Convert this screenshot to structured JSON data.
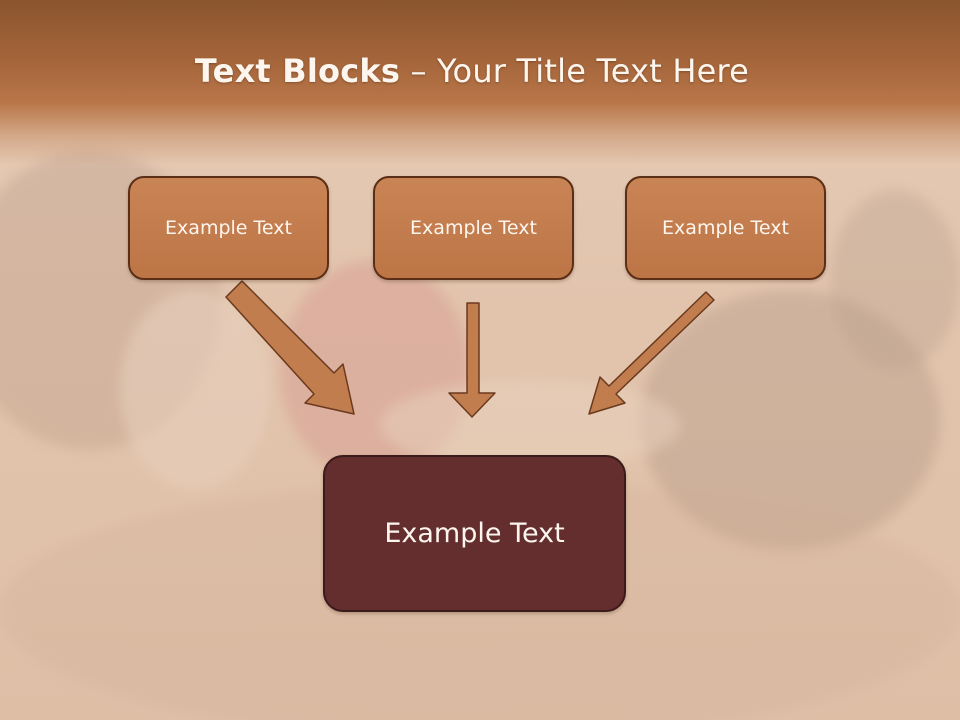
{
  "slide": {
    "title_bold": "Text Blocks",
    "title_rest": " – Your Title Text Here",
    "blocks": [
      {
        "label": "Example Text"
      },
      {
        "label": "Example Text"
      },
      {
        "label": "Example Text"
      }
    ],
    "main_block": {
      "label": "Example Text"
    }
  },
  "colors": {
    "header": "#a4643a",
    "box_fill": "#c27d4e",
    "box_border": "#5a2e17",
    "main_fill": "#642e2f",
    "arrow_fill": "#c27d4e"
  }
}
